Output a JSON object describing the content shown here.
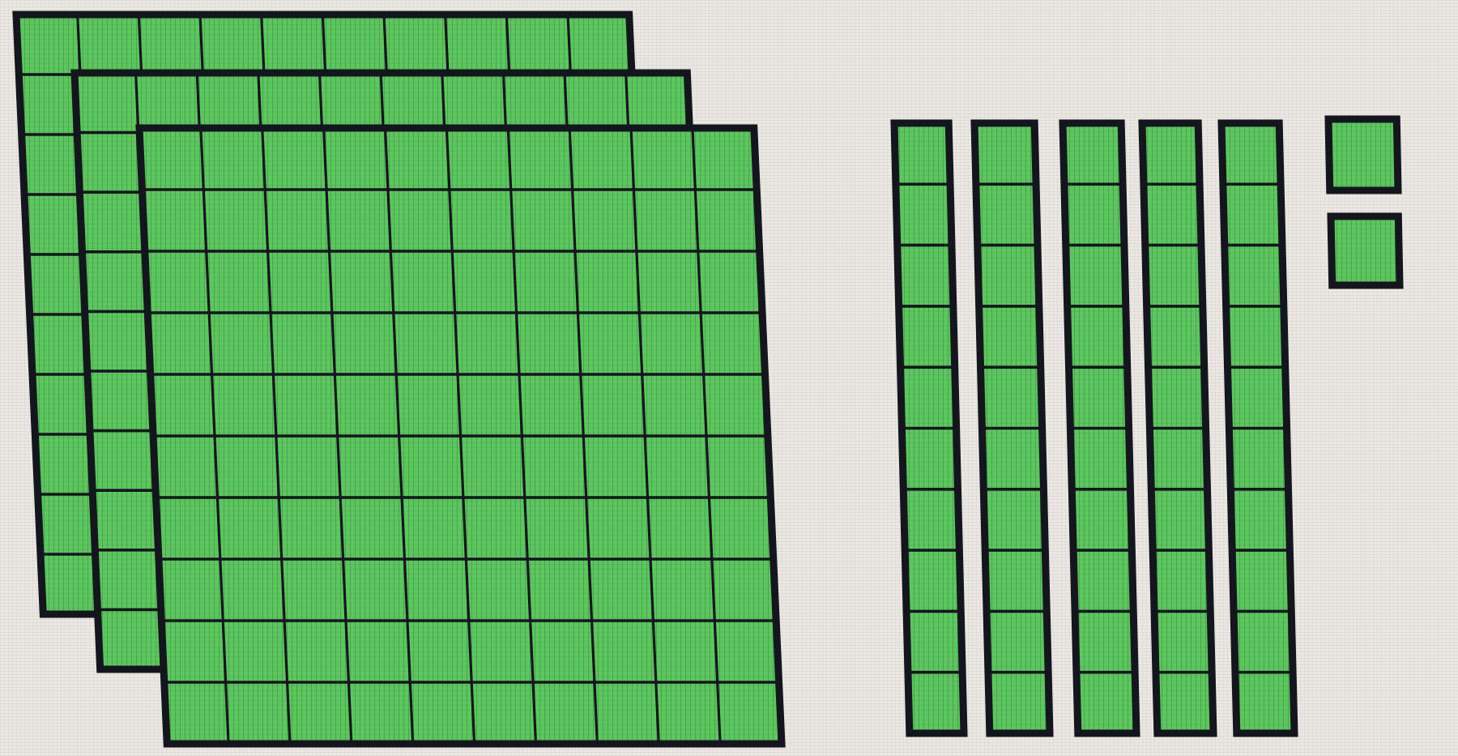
{
  "blocks": {
    "fill_color": "#5dc75f",
    "line_color": "#14161e",
    "background_color": "#ebe7e2",
    "hundreds_flats": 3,
    "tens_rods": 5,
    "ones_units": 2,
    "grid_per_flat": "10x10",
    "grid_per_rod": "1x10"
  }
}
